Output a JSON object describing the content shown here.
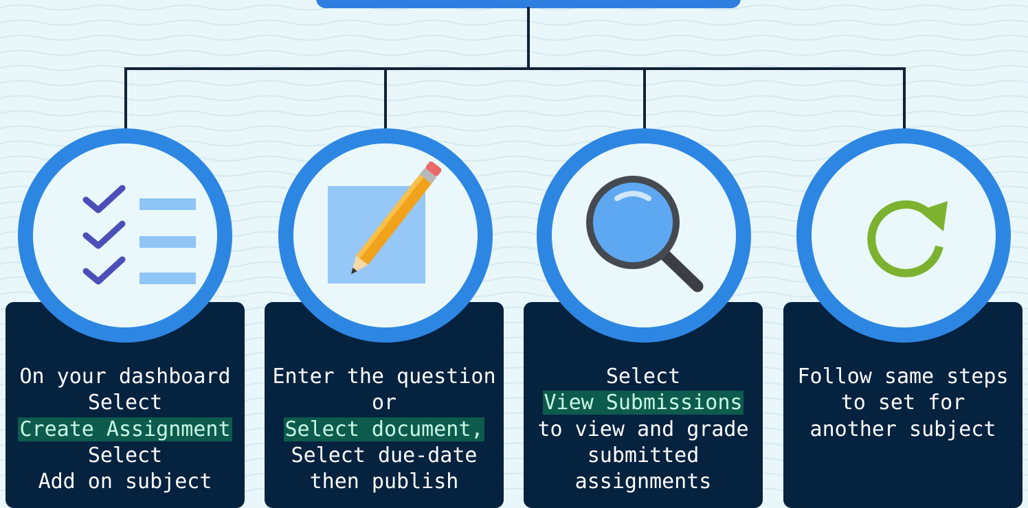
{
  "steps": [
    {
      "icon": "checklist-icon",
      "lines": [
        "On your dashboard",
        "Select",
        "Create Assignment",
        "Select",
        "Add on subject"
      ],
      "highlight_index": 2
    },
    {
      "icon": "pencil-document-icon",
      "lines": [
        "Enter the question",
        "or",
        "Select document,",
        "Select due-date",
        "then publish"
      ],
      "highlight_index": 2
    },
    {
      "icon": "magnifier-icon",
      "lines": [
        "Select",
        "View Submissions",
        "to view and grade",
        "submitted",
        "assignments"
      ],
      "highlight_index": 1
    },
    {
      "icon": "refresh-icon",
      "lines": [
        "Follow same steps",
        "to set for",
        "another subject"
      ],
      "highlight_index": -1
    }
  ],
  "colors": {
    "background": "#e9f7fb",
    "ring": "#2e86e3",
    "card": "#05223f",
    "highlight": "#0d5b4d",
    "connector": "#0f2236"
  }
}
